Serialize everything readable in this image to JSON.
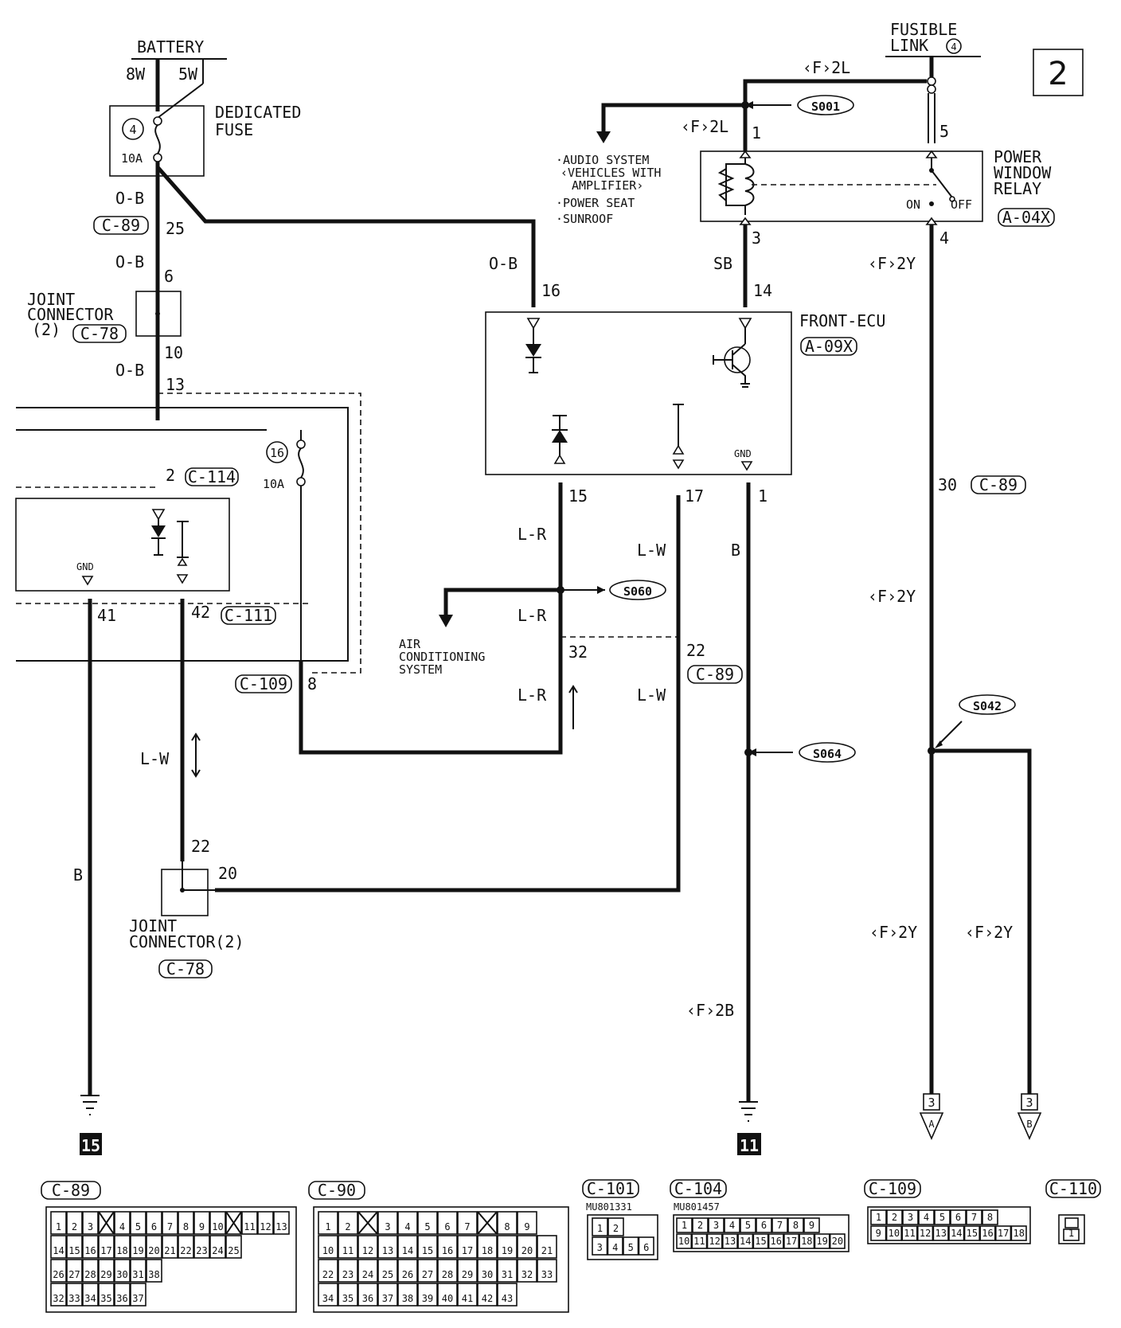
{
  "page_number": "2",
  "labels": {
    "battery": "BATTERY",
    "fusible_link_1": "FUSIBLE",
    "fusible_link_2": "LINK",
    "dedicated_fuse_1": "DEDICATED",
    "dedicated_fuse_2": "FUSE",
    "power_window_relay_1": "POWER",
    "power_window_relay_2": "WINDOW",
    "power_window_relay_3": "RELAY",
    "relay_connector": "A-04X",
    "on": "ON",
    "off": "OFF",
    "front_ecu": "FRONT-ECU",
    "front_ecu_connector": "A-09X",
    "gnd": "GND",
    "joint_connector_1": "JOINT",
    "joint_connector_2": "CONNECTOR",
    "joint_connector_3": "(2)",
    "joint_connector_b1": "JOINT",
    "joint_connector_b2": "CONNECTOR(2)",
    "audio_1": "·AUDIO SYSTEM",
    "audio_2": "‹VEHICLES WITH",
    "audio_3": "AMPLIFIER›",
    "power_seat": "·POWER SEAT",
    "sunroof": "·SUNROOF",
    "ac_1": "AIR",
    "ac_2": "CONDITIONING",
    "ac_3": "SYSTEM",
    "fuse_4": "4",
    "fuse_16": "16",
    "fusible_4": "4",
    "amp_10a": "10A",
    "amp_10a_b": "10A"
  },
  "connectors": {
    "c89": "C-89",
    "c78": "C-78",
    "c114": "C-114",
    "c111": "C-111",
    "c109": "C-109",
    "c90": "C-90",
    "c101": "C-101",
    "c104": "C-104",
    "c110": "C-110"
  },
  "splices": {
    "s001": "S001",
    "s060": "S060",
    "s064": "S064",
    "s042": "S042"
  },
  "wires": {
    "w_8w": "8W",
    "w_5w": "5W",
    "w_ob1": "O-B",
    "w_ob2": "O-B",
    "w_ob3": "O-B",
    "w_ob4": "O-B",
    "w_f2l_top": "‹F›2L",
    "w_f2l": "‹F›2L",
    "w_sb": "SB",
    "w_f2y_1": "‹F›2Y",
    "w_f2y_2": "‹F›2Y",
    "w_f2y_3": "‹F›2Y",
    "w_f2y_4": "‹F›2Y",
    "w_lr_1": "L-R",
    "w_lr_2": "L-R",
    "w_lr_3": "L-R",
    "w_lw_1": "L-W",
    "w_lw_2": "L-W",
    "w_lw_3": "L-W",
    "w_b_1": "B",
    "w_b_2": "B",
    "w_f2b": "‹F›2B"
  },
  "pins": {
    "p25": "25",
    "p6": "6",
    "p10": "10",
    "p13": "13",
    "p2": "2",
    "p41": "41",
    "p42": "42",
    "p8": "8",
    "p22a": "22",
    "p20": "20",
    "p16": "16",
    "p14": "14",
    "p15": "15",
    "p17": "17",
    "p1a": "1",
    "p1b": "1",
    "p3": "3",
    "p5": "5",
    "p4": "4",
    "p30": "30",
    "p32": "32",
    "p22b": "22"
  },
  "grounds": {
    "g15": "15",
    "g11": "11",
    "ref_a_num": "3",
    "ref_a_letter": "A",
    "ref_b_num": "3",
    "ref_b_letter": "B"
  },
  "connector_views": {
    "mu801331": "MU801331",
    "mu801457": "MU801457",
    "c89_rows": [
      [
        "1",
        "2",
        "3",
        "",
        "4",
        "5",
        "6",
        "7",
        "8",
        "9",
        "10",
        "",
        "11",
        "12",
        "13"
      ],
      [
        "14",
        "15",
        "16",
        "17",
        "18",
        "19",
        "20",
        "21",
        "22",
        "23",
        "24",
        "25"
      ],
      [
        "26",
        "27",
        "28",
        "29",
        "30",
        "31",
        "38"
      ],
      [
        "32",
        "33",
        "34",
        "35",
        "36",
        "37"
      ]
    ],
    "c90_rows": [
      [
        "1",
        "2",
        "",
        "3",
        "4",
        "5",
        "6",
        "7",
        "",
        "8",
        "9"
      ],
      [
        "10",
        "11",
        "12",
        "13",
        "14",
        "15",
        "16",
        "17",
        "18",
        "19",
        "20",
        "21"
      ],
      [
        "22",
        "23",
        "24",
        "25",
        "26",
        "27",
        "28",
        "29",
        "30",
        "31",
        "32",
        "33"
      ],
      [
        "34",
        "35",
        "36",
        "37",
        "38",
        "39",
        "40",
        "41",
        "42",
        "43"
      ]
    ],
    "c101_rows": [
      [
        "1",
        "2"
      ],
      [
        "3",
        "4",
        "5",
        "6"
      ]
    ],
    "c104_rows": [
      [
        "1",
        "2",
        "3",
        "4",
        "5",
        "6",
        "7",
        "8",
        "9"
      ],
      [
        "10",
        "11",
        "12",
        "13",
        "14",
        "15",
        "16",
        "17",
        "18",
        "19",
        "20"
      ]
    ],
    "c109_rows": [
      [
        "1",
        "2",
        "3",
        "4",
        "5",
        "6",
        "7",
        "8"
      ],
      [
        "9",
        "10",
        "11",
        "12",
        "13",
        "14",
        "15",
        "16",
        "17",
        "18"
      ]
    ],
    "c110_rows": [
      [
        "1"
      ]
    ]
  }
}
